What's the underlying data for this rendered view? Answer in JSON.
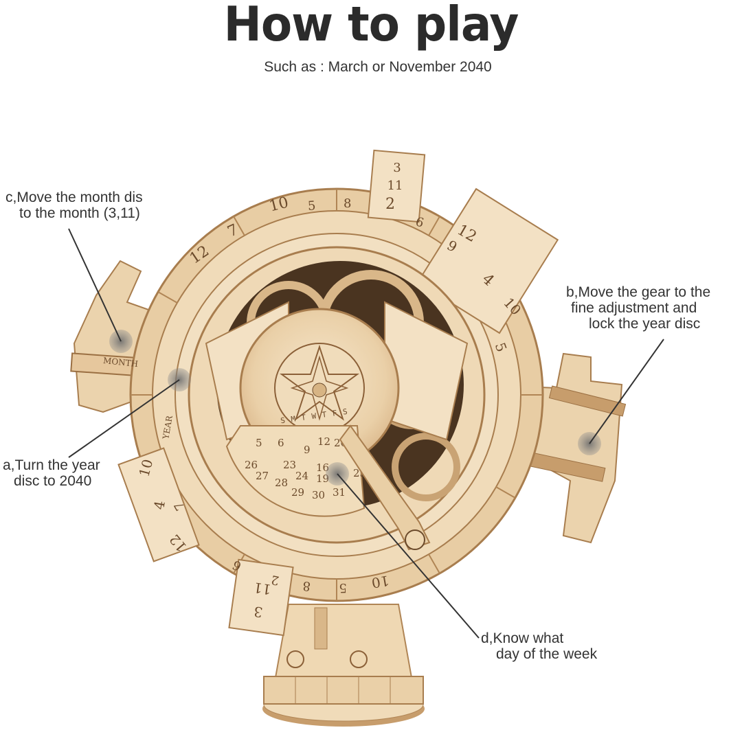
{
  "header": {
    "title": "How to play",
    "subtitle": "Such as : March or November 2040"
  },
  "callouts": {
    "c": {
      "line1": "c,Move the month dis",
      "line2": "to the month (3,11)"
    },
    "b": {
      "line1": "b,Move the gear to the",
      "line2": "fine adjustment and",
      "line3": "lock the year disc"
    },
    "a": {
      "line1": "a,Turn the year",
      "line2": "disc to 2040"
    },
    "d": {
      "line1": "d,Know what",
      "line2": "day of the week"
    }
  },
  "calendar": {
    "month_label": "MONTH",
    "year_label": "YEAR",
    "weekdays": "S M T W T F S",
    "top_tab": [
      "3",
      "11",
      "2"
    ],
    "ring_numbers": [
      "10",
      "7",
      "12",
      "5",
      "8",
      "6",
      "12",
      "9",
      "4",
      "10",
      "5"
    ],
    "lower_ring_numbers": [
      "10",
      "4",
      "7",
      "12",
      "6",
      "8",
      "2",
      "5",
      "10"
    ],
    "bottom_tab": [
      "3",
      "11"
    ],
    "dates": [
      [
        "5",
        "6",
        "9",
        "12",
        "16",
        "19",
        "20",
        "23",
        "24",
        "25"
      ],
      [
        "26",
        "27",
        "28",
        "29",
        "30",
        "31"
      ]
    ],
    "colors": {
      "wood_light": "#f1dcbc",
      "wood_mid": "#e3c49b",
      "wood_dark": "#b08555",
      "engraving": "#6b4a2b"
    }
  }
}
